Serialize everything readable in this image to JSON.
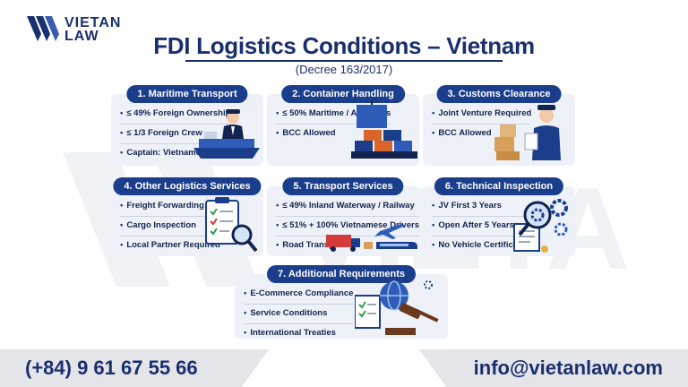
{
  "brand": {
    "line1": "VIETAN",
    "line2": "LAW"
  },
  "title": "FDI Logistics Conditions – Vietnam",
  "subtitle": "(Decree 163/2017)",
  "cards": [
    {
      "heading": "1. Maritime Transport",
      "items": [
        "≤ 49% Foreign Ownership",
        "≤ 1/3 Foreign Crew",
        "Captain: Vietnamese"
      ],
      "icon": "ship-captain-icon"
    },
    {
      "heading": "2. Container Handling",
      "items": [
        "≤ 50% Maritime / All Modes",
        "BCC Allowed"
      ],
      "icon": "container-port-icon"
    },
    {
      "heading": "3. Customs Clearance",
      "items": [
        "Joint Venture Required",
        "BCC Allowed"
      ],
      "icon": "customs-officer-icon"
    },
    {
      "heading": "4. Other Logistics Services",
      "items": [
        "Freight Forwarding",
        "Cargo Inspection",
        "Local Partner Required"
      ],
      "icon": "clipboard-magnifier-icon"
    },
    {
      "heading": "5. Transport Services",
      "items": [
        "≤ 49% Inland Waterway / Railway",
        "≤ 51% + 100% Vietnamese Drivers",
        "Road Transport"
      ],
      "icon": "truck-plane-train-icon"
    },
    {
      "heading": "6. Technical Inspection",
      "items": [
        "JV First 3 Years",
        "Open After 5 Years",
        "No Vehicle Certification"
      ],
      "icon": "gear-magnifier-icon"
    },
    {
      "heading": "7. Additional Requirements",
      "items": [
        "E-Commerce Compliance",
        "Service Conditions",
        "International Treaties"
      ],
      "icon": "globe-gavel-icon"
    }
  ],
  "contact": {
    "phone": "(+84) 9 61 67 55 66",
    "email": "info@vietanlaw.com"
  },
  "colors": {
    "navy": "#1a2f6e",
    "pill": "#1a3e8c",
    "card_bg": "#eef2f8",
    "bottom_bar": "#e3e5e9"
  }
}
